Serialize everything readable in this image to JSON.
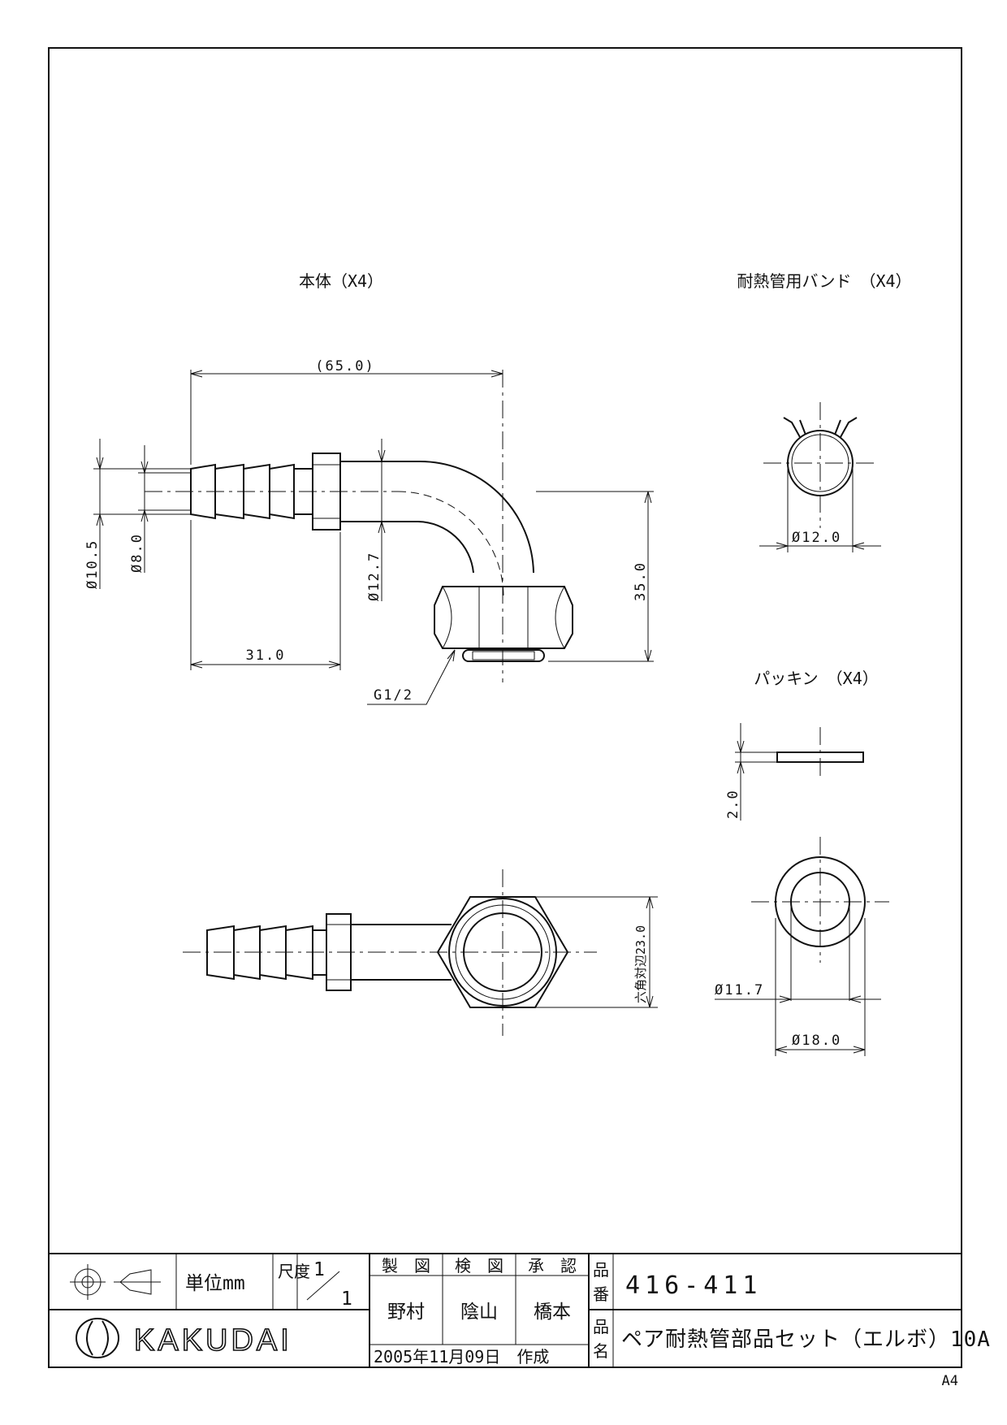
{
  "views": {
    "body_title": "本体（X4）",
    "band_title": "耐熱管用バンド　（X4）",
    "packing_title": "パッキン　（X4）"
  },
  "dimensions": {
    "overall_length": "(65.0)",
    "dia_10_5": "Ø10.5",
    "dia_8_0": "Ø8.0",
    "dia_12_7": "Ø12.7",
    "length_31": "31.0",
    "height_35": "35.0",
    "thread": "G1/2",
    "hex_across_flats": "六角対辺23.0",
    "band_dia": "Ø12.0",
    "packing_thickness": "2.0",
    "packing_inner": "Ø11.7",
    "packing_outer": "Ø18.0"
  },
  "title_block": {
    "unit_label": "単位mm",
    "scale_label": "尺度",
    "scale_num": "1",
    "scale_den": "1",
    "drawn_label": "製　図",
    "checked_label": "検　図",
    "approved_label": "承　認",
    "drawn_by": "野村",
    "checked_by": "陰山",
    "approved_by": "橋本",
    "part_no_label_1": "品",
    "part_no_label_2": "番",
    "part_no": "416-411",
    "part_name_label_1": "品",
    "part_name_label_2": "名",
    "part_name": "ペア耐熱管部品セット（エルボ）10A",
    "company": "KAKUDAI",
    "date_created": "2005年11月09日　作成",
    "paper_size": "A4"
  }
}
